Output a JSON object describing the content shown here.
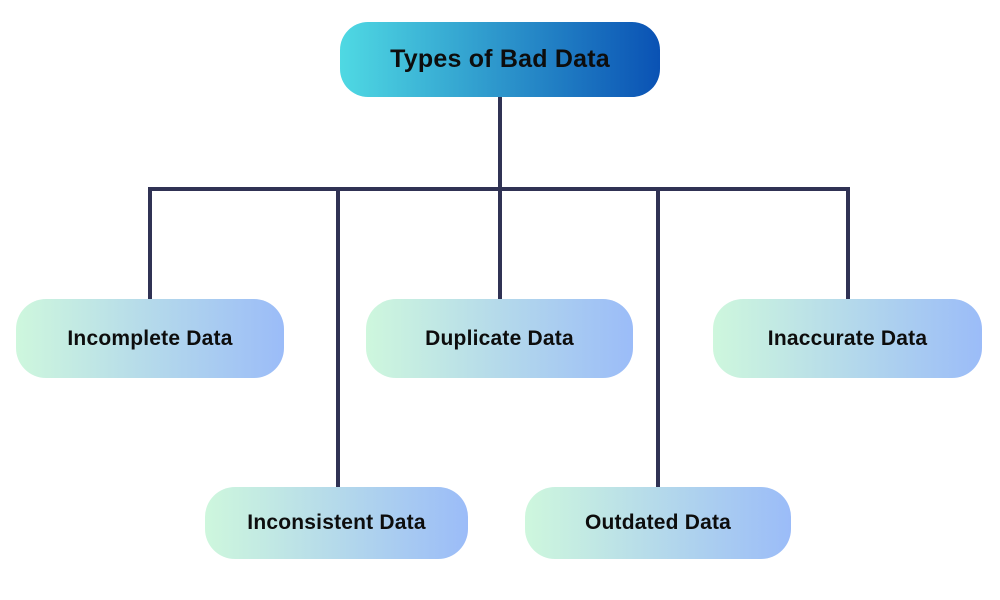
{
  "diagram": {
    "type": "tree",
    "title": "Types of Bad Data",
    "root": {
      "label": "Types of Bad Data"
    },
    "children": [
      {
        "id": "incomplete",
        "label": "Incomplete Data",
        "row": 1
      },
      {
        "id": "duplicate",
        "label": "Duplicate Data",
        "row": 1
      },
      {
        "id": "inaccurate",
        "label": "Inaccurate Data",
        "row": 1
      },
      {
        "id": "inconsistent",
        "label": "Inconsistent Data",
        "row": 2
      },
      {
        "id": "outdated",
        "label": "Outdated Data",
        "row": 2
      }
    ],
    "colors": {
      "background": "#ffffff",
      "root_gradient_start": "#4fd9e3",
      "root_gradient_end": "#0a52b4",
      "child_gradient_start": "#cef7dd",
      "child_gradient_end": "#9bbcf8",
      "connector": "#303254",
      "text": "#0d0d0d"
    }
  }
}
